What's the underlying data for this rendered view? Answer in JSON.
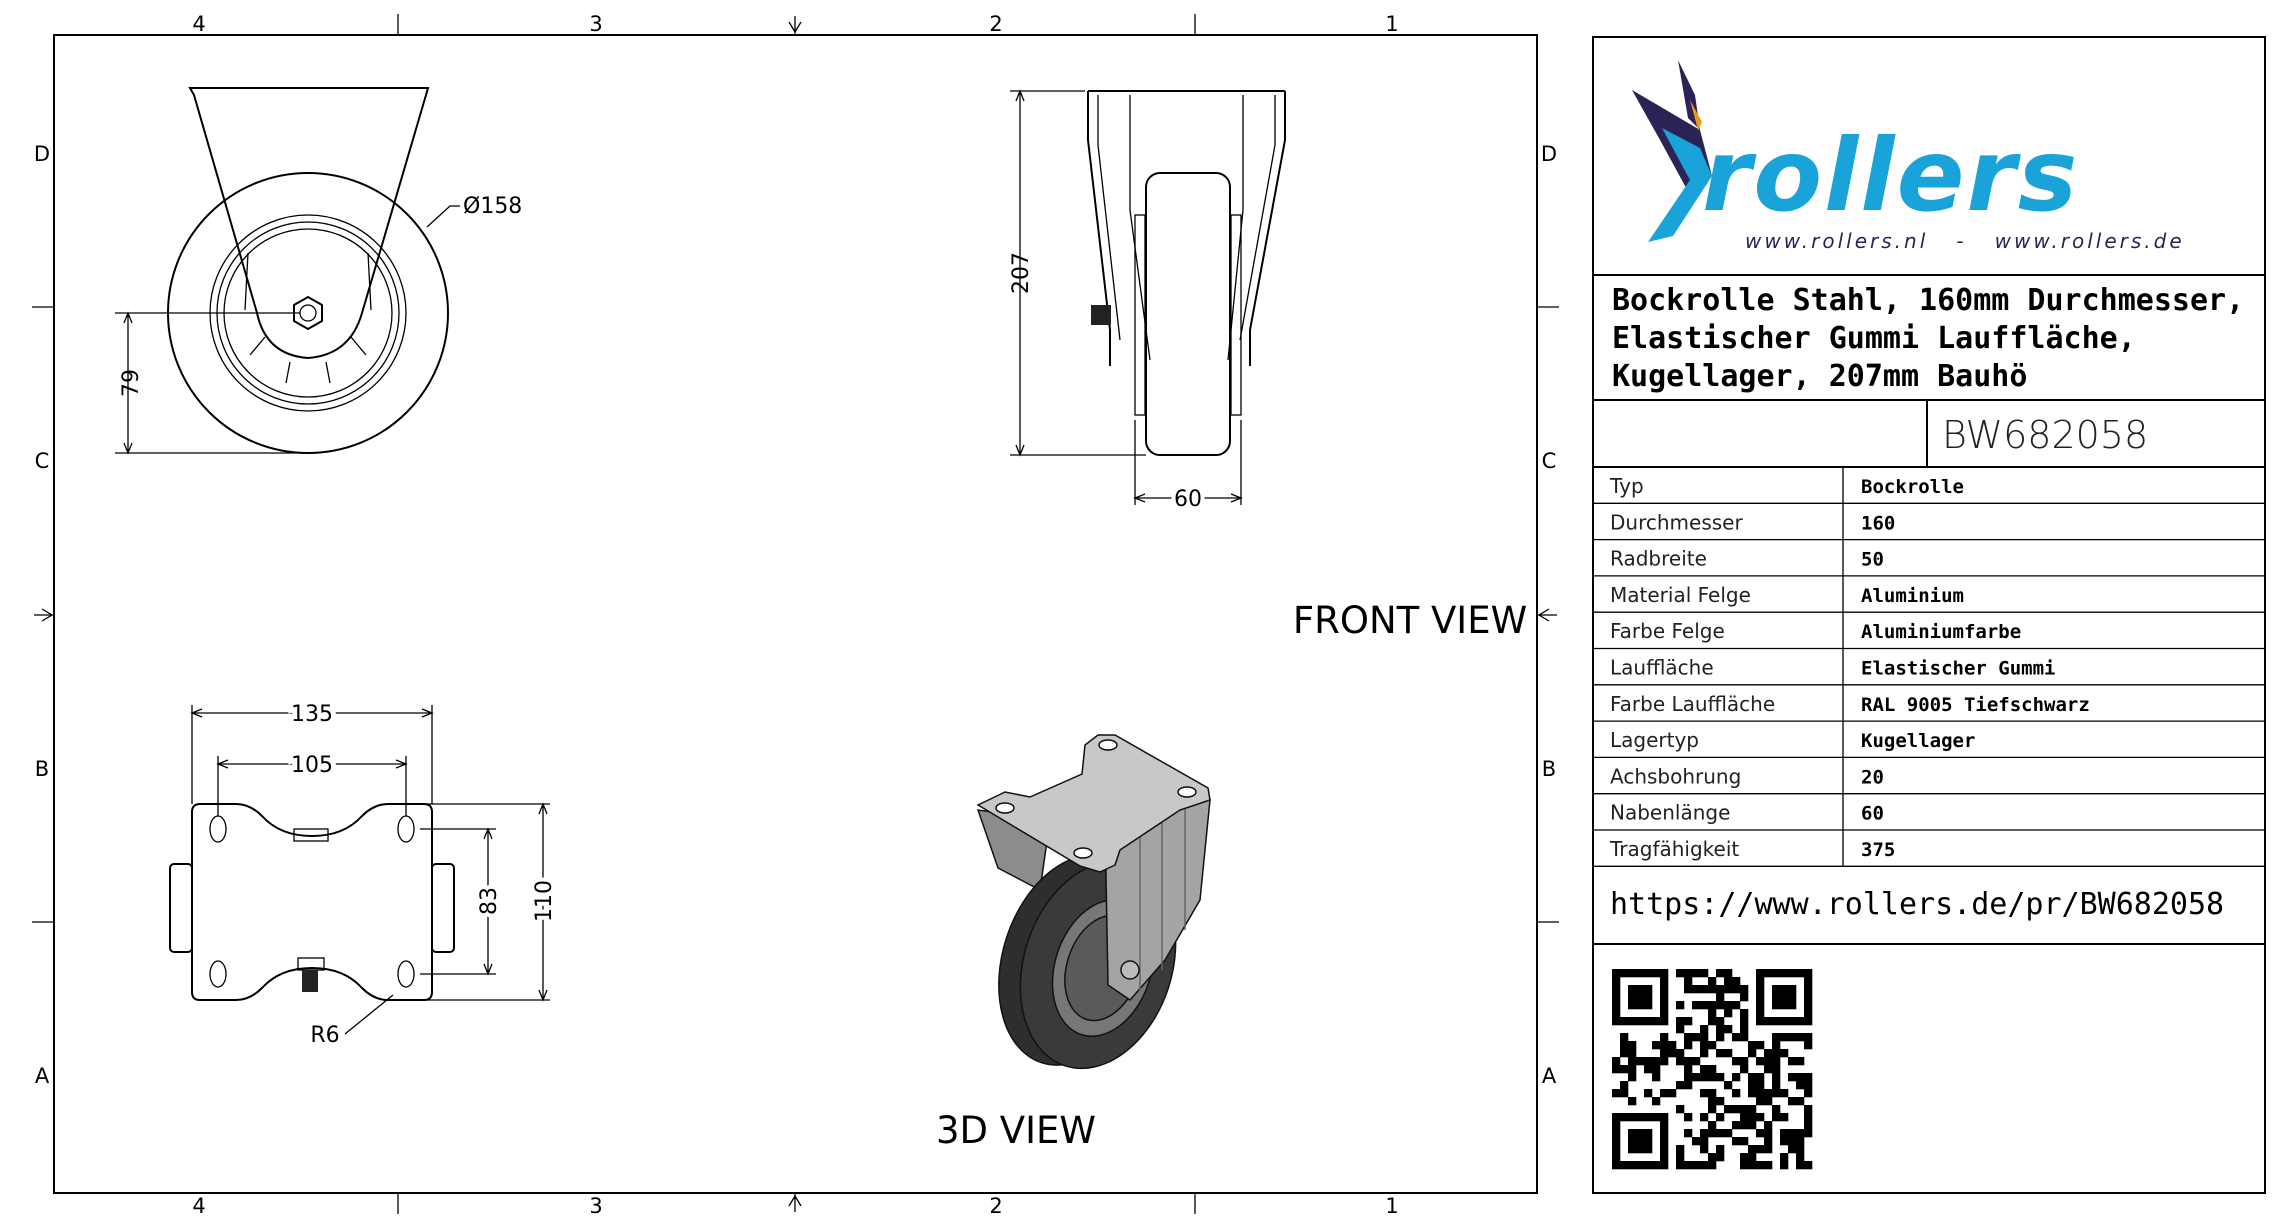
{
  "zones": {
    "columns": [
      "4",
      "3",
      "2",
      "1"
    ],
    "rows": [
      "D",
      "C",
      "B",
      "A"
    ]
  },
  "views": {
    "side": {
      "diameter_label": "Ø158",
      "axle_height_label": "79"
    },
    "front": {
      "label": "FRONT VIEW",
      "height_label": "207",
      "hub_width_label": "60"
    },
    "top": {
      "overall_width_label": "135",
      "hole_spacing_x_label": "105",
      "hole_spacing_y_label": "83",
      "overall_depth_label": "110",
      "radius_label": "R6"
    },
    "iso": {
      "label": "3D VIEW"
    }
  },
  "title_block": {
    "logo": {
      "brand": "rollers",
      "tagline": "www.rollers.nl   -   www.rollers.de",
      "colors": {
        "primary": "#1aa3d8",
        "dark": "#2b2356",
        "accent": "#f0961e"
      }
    },
    "title_lines": [
      "Bockrolle Stahl, 160mm Durchmesser,",
      "Elastischer Gummi Lauffläche,",
      "Kugellager, 207mm Bauhö"
    ],
    "article_number": "BW682058",
    "specs": [
      {
        "label": "Typ",
        "value": "Bockrolle"
      },
      {
        "label": "Durchmesser",
        "value": "160"
      },
      {
        "label": "Radbreite",
        "value": "50"
      },
      {
        "label": "Material Felge",
        "value": "Aluminium"
      },
      {
        "label": "Farbe Felge",
        "value": "Aluminiumfarbe"
      },
      {
        "label": "Lauffläche",
        "value": "Elastischer Gummi"
      },
      {
        "label": "Farbe Lauffläche",
        "value": "RAL 9005 Tiefschwarz"
      },
      {
        "label": "Lagertyp",
        "value": "Kugellager"
      },
      {
        "label": "Achsbohrung",
        "value": "20"
      },
      {
        "label": "Nabenlänge",
        "value": "60"
      },
      {
        "label": "Tragfähigkeit",
        "value": "375"
      }
    ],
    "url": "https://www.rollers.de/pr/BW682058"
  }
}
